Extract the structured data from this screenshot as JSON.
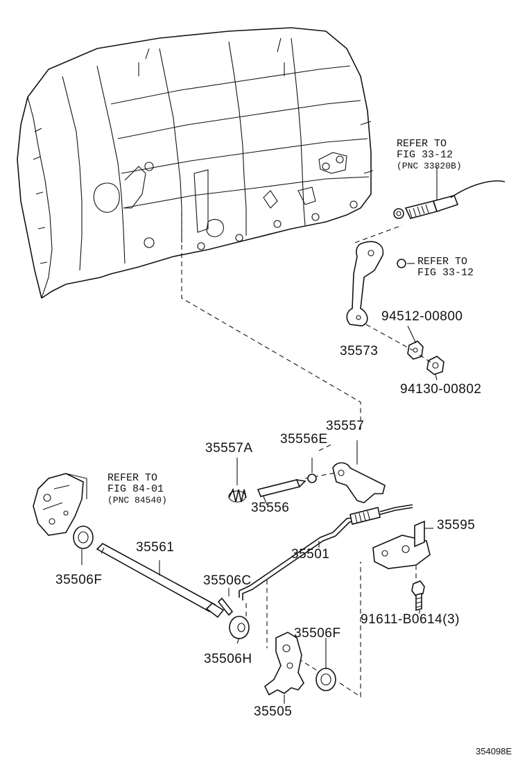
{
  "references": {
    "cable": {
      "line1": "REFER TO",
      "line2": "FIG 33-12",
      "line3": "(PNC 33820B)"
    },
    "nut": {
      "line1": "REFER TO",
      "line2": "FIG 33-12"
    },
    "switch": {
      "line1": "REFER TO",
      "line2": "FIG 84-01",
      "line3": "(PNC 84540)"
    }
  },
  "parts": {
    "p35573": "35573",
    "p94512": "94512-00800",
    "p94130": "94130-00802",
    "p35557": "35557",
    "p35556E": "35556E",
    "p35557A": "35557A",
    "p35556": "35556",
    "p35595": "35595",
    "p35561": "35561",
    "p35501": "35501",
    "p35506F_left": "35506F",
    "p35506C": "35506C",
    "p91611": "91611-B0614(3)",
    "p35506H": "35506H",
    "p35506F_right": "35506F",
    "p35505": "35505"
  },
  "figure_code": "354098E"
}
